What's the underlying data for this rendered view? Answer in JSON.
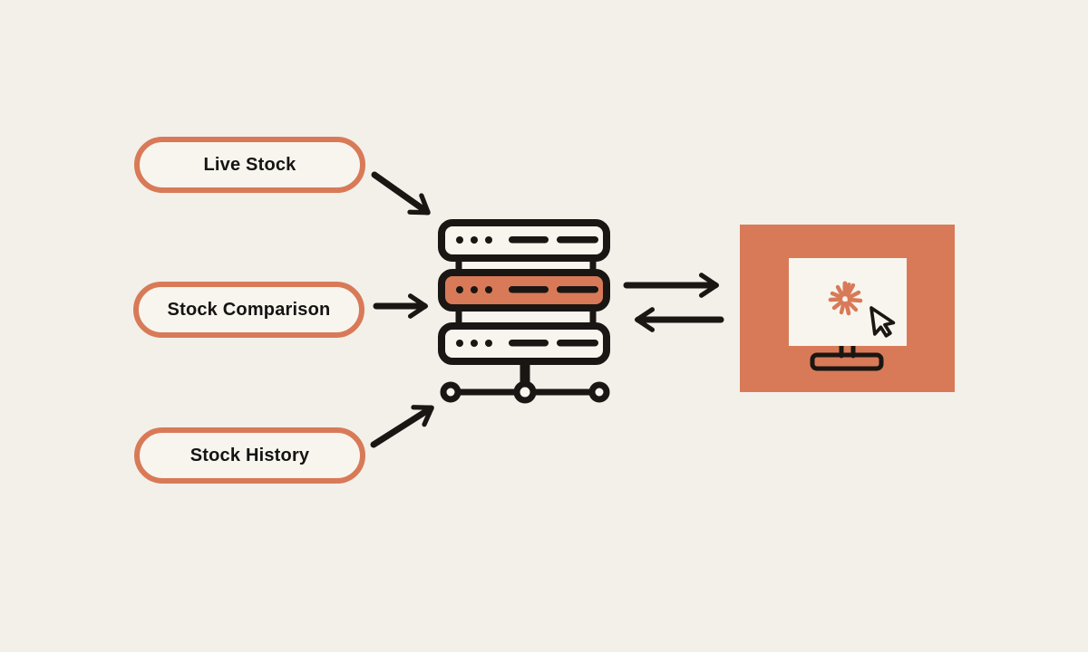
{
  "theme": {
    "background": "#F2F0E9",
    "accent": "#D87A58",
    "ink": "#1A1613",
    "surface": "#F7F5EE"
  },
  "nodes": {
    "live_stock": {
      "label": "Live Stock"
    },
    "stock_comparison": {
      "label": "Stock Comparison"
    },
    "stock_history": {
      "label": "Stock History"
    }
  },
  "icons": {
    "server": "server-stack-icon",
    "client": "monitor-cursor-icon",
    "burst": "starburst-icon",
    "cursor": "cursor-arrow-icon"
  },
  "edges": [
    {
      "from": "live_stock",
      "to": "server",
      "arrow": "single"
    },
    {
      "from": "stock_comparison",
      "to": "server",
      "arrow": "single"
    },
    {
      "from": "stock_history",
      "to": "server",
      "arrow": "single"
    },
    {
      "from": "server",
      "to": "client",
      "arrow": "single"
    },
    {
      "from": "client",
      "to": "server",
      "arrow": "single"
    }
  ]
}
